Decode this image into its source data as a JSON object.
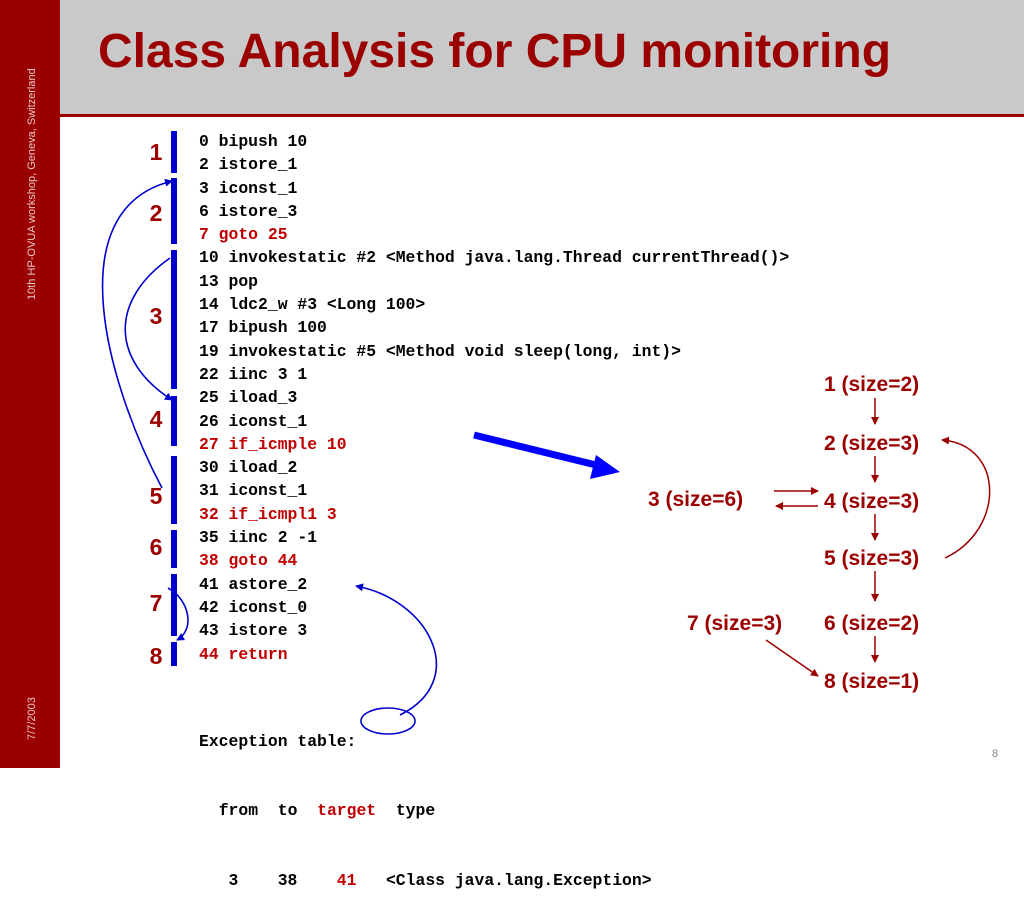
{
  "slide": {
    "title": "Class Analysis for CPU monitoring",
    "sidebar_text": "10th HP-OVUA workshop, Geneva, Switzerland",
    "date": "7/7/2003",
    "page_number": "8"
  },
  "bytecode": [
    {
      "text": "0 bipush 10",
      "highlight": false
    },
    {
      "text": "2 istore_1",
      "highlight": false
    },
    {
      "text": "3 iconst_1",
      "highlight": false
    },
    {
      "text": "6 istore_3",
      "highlight": false
    },
    {
      "text": "7 goto 25",
      "highlight": true
    },
    {
      "text": "10 invokestatic #2 <Method java.lang.Thread currentThread()>",
      "highlight": false
    },
    {
      "text": "13 pop",
      "highlight": false
    },
    {
      "text": "14 ldc2_w #3 <Long 100>",
      "highlight": false
    },
    {
      "text": "17 bipush 100",
      "highlight": false
    },
    {
      "text": "19 invokestatic #5 <Method void sleep(long, int)>",
      "highlight": false
    },
    {
      "text": "22 iinc 3 1",
      "highlight": false
    },
    {
      "text": "25 iload_3",
      "highlight": false
    },
    {
      "text": "26 iconst_1",
      "highlight": false
    },
    {
      "text": "27 if_icmple 10",
      "highlight": true
    },
    {
      "text": "30 iload_2",
      "highlight": false
    },
    {
      "text": "31 iconst_1",
      "highlight": false
    },
    {
      "text": "32 if_icmpl1 3",
      "highlight": true
    },
    {
      "text": "35 iinc 2 -1",
      "highlight": false
    },
    {
      "text": "38 goto 44",
      "highlight": true
    },
    {
      "text": "41 astore_2",
      "highlight": false
    },
    {
      "text": "42 iconst_0",
      "highlight": false
    },
    {
      "text": "43 istore 3",
      "highlight": false
    },
    {
      "text": "44 return",
      "highlight": true
    }
  ],
  "blocks": [
    "1",
    "2",
    "3",
    "4",
    "5",
    "6",
    "7",
    "8"
  ],
  "exception_table": {
    "heading": "Exception table:",
    "col_from": "from",
    "col_to": "to",
    "col_target": "target",
    "col_type": "type",
    "row_from": "3",
    "row_to": "38",
    "row_target": "41",
    "row_type": "<Class java.lang.Exception>"
  },
  "graph_nodes": {
    "n1": "1 (size=2)",
    "n2": "2 (size=3)",
    "n3": "3 (size=6)",
    "n4": "4 (size=3)",
    "n5": "5 (size=3)",
    "n6": "6 (size=2)",
    "n7": "7 (size=3)",
    "n8": "8 (size=1)"
  },
  "colors": {
    "accent": "#9b0000",
    "highlight": "#c00000",
    "arrow_blue": "#0000cc",
    "header_gray": "#c9c9c9"
  }
}
